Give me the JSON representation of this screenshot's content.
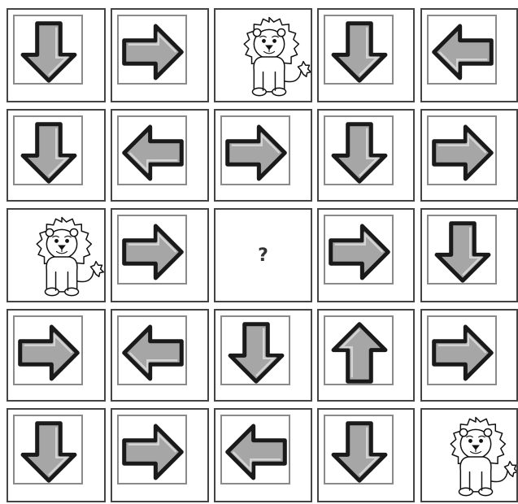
{
  "puzzle": {
    "rows": 5,
    "cols": 5,
    "cells": [
      [
        "down",
        "right",
        "lion",
        "down",
        "left"
      ],
      [
        "down",
        "left",
        "right",
        "down",
        "right"
      ],
      [
        "lion",
        "right",
        "?",
        "right",
        "down"
      ],
      [
        "right",
        "left",
        "down",
        "up",
        "right"
      ],
      [
        "down",
        "right",
        "left",
        "down",
        "lion"
      ]
    ],
    "question_mark": "?"
  },
  "colors": {
    "arrow_fill": "#a6a6a6",
    "arrow_stroke": "#1a1a1a",
    "cell_border": "#444444"
  }
}
